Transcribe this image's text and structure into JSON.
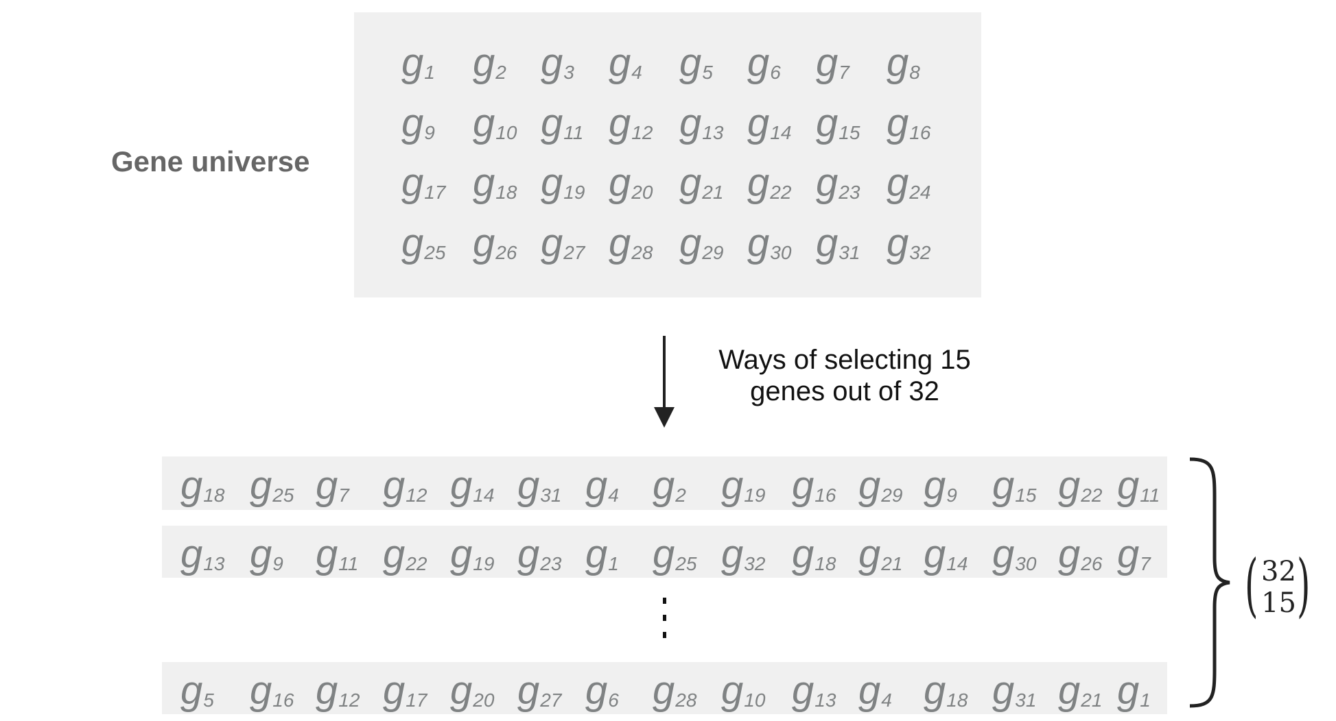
{
  "universe": {
    "label": "Gene universe",
    "genes": [
      [
        "1",
        "2",
        "3",
        "4",
        "5",
        "6",
        "7",
        "8"
      ],
      [
        "9",
        "10",
        "11",
        "12",
        "13",
        "14",
        "15",
        "16"
      ],
      [
        "17",
        "18",
        "19",
        "20",
        "21",
        "22",
        "23",
        "24"
      ],
      [
        "25",
        "26",
        "27",
        "28",
        "29",
        "30",
        "31",
        "32"
      ]
    ]
  },
  "arrow": {
    "caption_line1": "Ways of selecting 15",
    "caption_line2": "genes out of 32"
  },
  "selections": [
    [
      "18",
      "25",
      "7",
      "12",
      "14",
      "31",
      "4",
      "2",
      "19",
      "16",
      "29",
      "9",
      "15",
      "22",
      "11"
    ],
    [
      "13",
      "9",
      "11",
      "22",
      "19",
      "23",
      "1",
      "25",
      "32",
      "18",
      "21",
      "14",
      "30",
      "26",
      "7"
    ],
    [
      "5",
      "16",
      "12",
      "17",
      "20",
      "27",
      "6",
      "28",
      "10",
      "13",
      "4",
      "18",
      "31",
      "21",
      "1"
    ]
  ],
  "gene_symbol": "g",
  "binomial": {
    "n": "32",
    "k": "15"
  },
  "colors": {
    "box": "#f0f0f0",
    "gene": "#7f8283",
    "label": "#666666"
  }
}
